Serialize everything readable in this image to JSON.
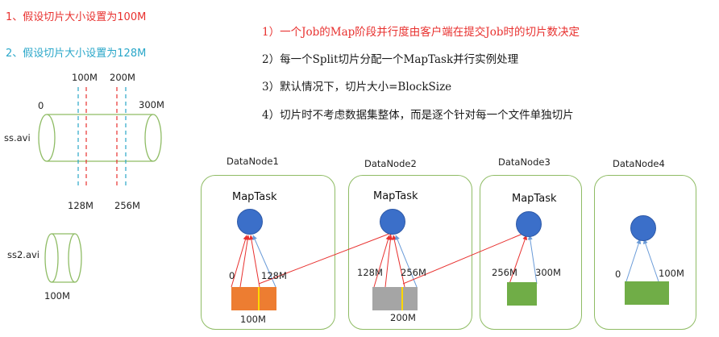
{
  "left_titles": {
    "t1": "1、假设切片大小设置为100M",
    "t2": "2、假设切片大小设置为128M"
  },
  "notes": [
    "1）一个Job的Map阶段并行度由客户端在提交Job时的切片数决定",
    "2）每一个Split切片分配一个MapTask并行实例处理",
    "3）默认情况下，切片大小=BlockSize",
    "4）切片时不考虑数据集整体，而是逐个针对每一个文件单独切片"
  ],
  "file1": {
    "name": "ss.avi",
    "start": "0",
    "end": "300M",
    "cuts_100": [
      "100M",
      "200M"
    ],
    "cuts_128": [
      "128M",
      "256M"
    ]
  },
  "file2": {
    "name": "ss2.avi",
    "size": "100M"
  },
  "nodes": [
    {
      "title": "DataNode1",
      "task": "MapTask",
      "left_label": "0",
      "right_label": "128M",
      "bottom_label": "100M"
    },
    {
      "title": "DataNode2",
      "task": "MapTask",
      "left_label": "128M",
      "right_label": "256M",
      "bottom_label": "200M"
    },
    {
      "title": "DataNode3",
      "task": "MapTask",
      "left_label": "256M",
      "right_label": "300M"
    },
    {
      "title": "DataNode4",
      "left_label": "0",
      "right_label": "100M"
    }
  ],
  "colors": {
    "red": "#e8312f",
    "cyan": "#2aa7c9",
    "node_border": "#8fbc65",
    "maptask_circle": "#3b6fc9",
    "block1": "#ed7d31",
    "block2": "#a5a5a5",
    "block3": "#70ad47",
    "cut_line": "#ffd700"
  }
}
